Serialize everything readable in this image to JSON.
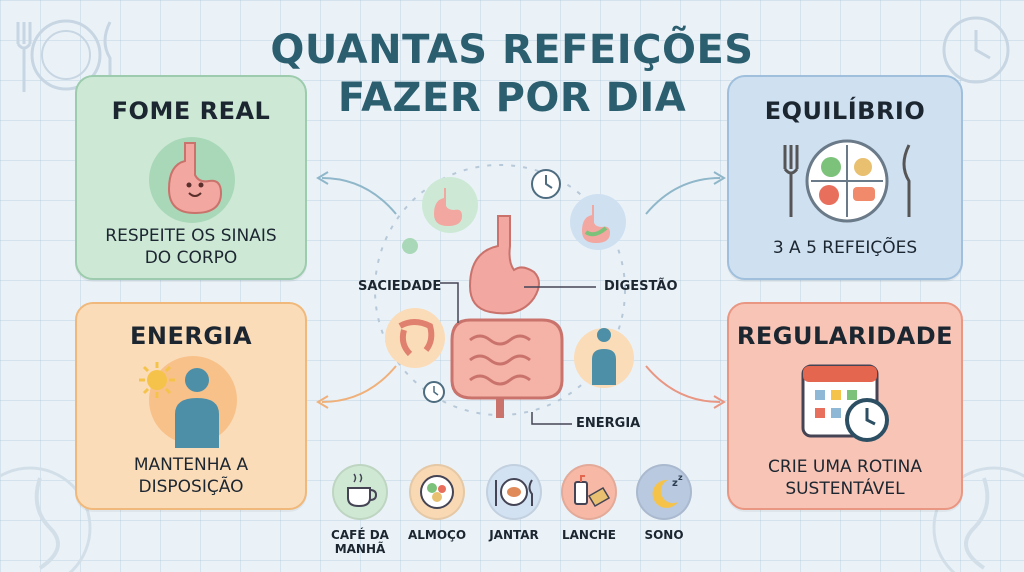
{
  "title": {
    "line1": "QUANTAS REFEIÇÕES",
    "line2": "FAZER POR DIA"
  },
  "cards": {
    "fome": {
      "title": "FOME REAL",
      "text1": "RESPEITE OS SINAIS",
      "text2": "DO CORPO",
      "icon": "stomach-icon",
      "color": "#cde9d6"
    },
    "equilibrio": {
      "title": "EQUILÍBRIO",
      "text1": "3 A 5 REFEIÇÕES",
      "icon": "plate-icon",
      "color": "#cfe0f1"
    },
    "energia": {
      "title": "ENERGIA",
      "text1": "MANTENHA A",
      "text2": "DISPOSIÇÃO",
      "icon": "person-sun-icon",
      "color": "#fbdcb8"
    },
    "regularidade": {
      "title": "REGULARIDADE",
      "text1": "CRIE UMA ROTINA",
      "text2": "SUSTENTÁVEL",
      "icon": "calendar-clock-icon",
      "color": "#f8c4b6"
    }
  },
  "center": {
    "labels": {
      "saciedade": "SACIEDADE",
      "digestao": "DIGESTÃO",
      "energia": "ENERGIA"
    }
  },
  "meals": [
    {
      "label1": "CAFÉ DA",
      "label2": "MANHÃ",
      "icon": "coffee-cup-icon",
      "color": "#cfe8d3"
    },
    {
      "label1": "ALMOÇO",
      "label2": "",
      "icon": "lunch-plate-icon",
      "color": "#f9d9b4"
    },
    {
      "label1": "JANTAR",
      "label2": "",
      "icon": "dinner-plate-icon",
      "color": "#d3e2f2"
    },
    {
      "label1": "LANCHE",
      "label2": "",
      "icon": "snack-icon",
      "color": "#f7b9a6"
    },
    {
      "label1": "SONO",
      "label2": "",
      "icon": "moon-sleep-icon",
      "color": "#b9c9e0"
    }
  ]
}
